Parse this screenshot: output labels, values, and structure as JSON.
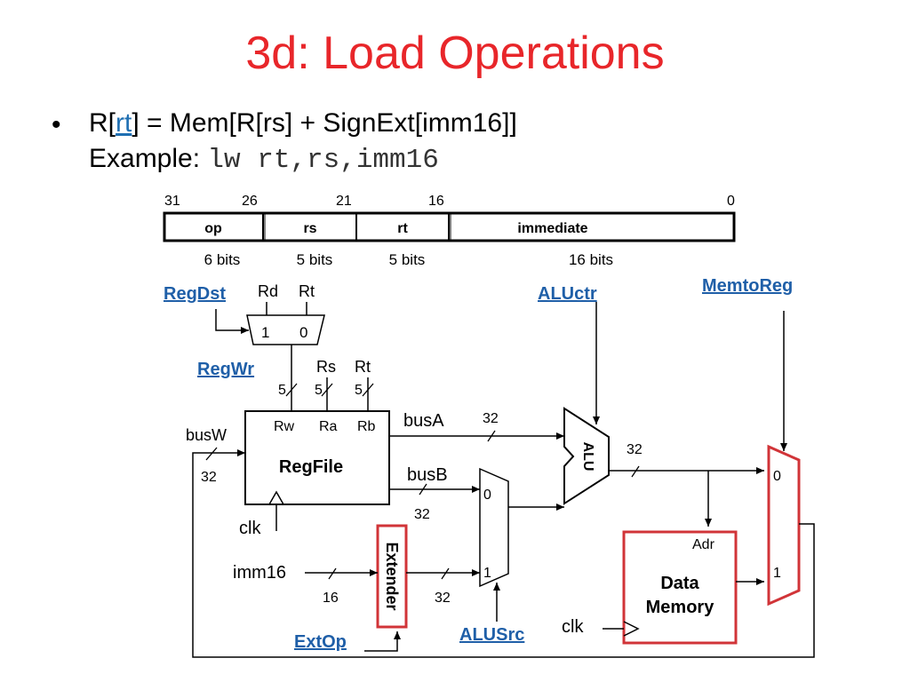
{
  "title": "3d: Load Operations",
  "bullet": {
    "prefix": "R[",
    "rt_link": "rt",
    "rest": "] = Mem[R[rs] + SignExt[imm16]]",
    "example_label": "Example:",
    "example_code": "lw rt,rs,imm16"
  },
  "format": {
    "bit_positions": [
      "31",
      "26",
      "21",
      "16",
      "0"
    ],
    "fields": [
      "op",
      "rs",
      "rt",
      "immediate"
    ],
    "widths": [
      "6 bits",
      "5 bits",
      "5 bits",
      "16 bits"
    ]
  },
  "controls": {
    "regdst": "RegDst",
    "regwr": "RegWr",
    "aluctr": "ALUctr",
    "memtoreg": "MemtoReg",
    "extop": "ExtOp",
    "alusrc": "ALUSrc"
  },
  "labels": {
    "rd": "Rd",
    "rt_top": "Rt",
    "mux_1": "1",
    "mux_0": "0",
    "rs": "Rs",
    "rt": "Rt",
    "five": "5",
    "rw": "Rw",
    "ra": "Ra",
    "rb": "Rb",
    "regfile": "RegFile",
    "busw": "busW",
    "busa": "busA",
    "busb": "busB",
    "w32": "32",
    "w16": "16",
    "clk": "clk",
    "imm16": "imm16",
    "extender": "Extender",
    "alu": "ALU",
    "adr": "Adr",
    "data": "Data",
    "memory": "Memory",
    "zero": "0",
    "one": "1"
  },
  "colors": {
    "title": "#e8262a",
    "control": "#1f5fa8",
    "highlight_box": "#d13438"
  }
}
